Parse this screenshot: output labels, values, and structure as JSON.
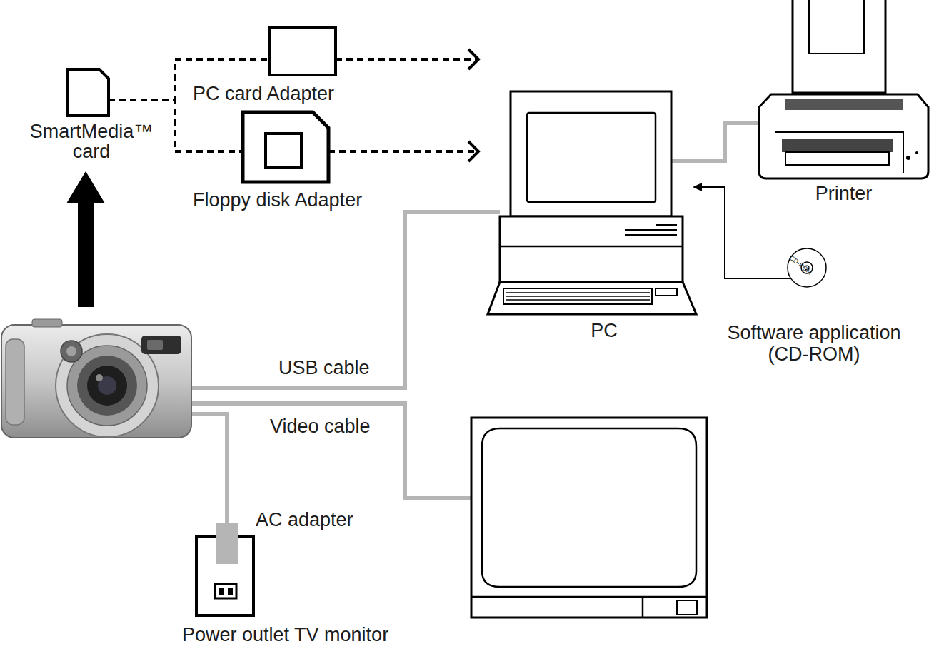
{
  "diagram": {
    "nodes": [
      {
        "text": [
          "SmartMedia™ card"
        ]
      },
      {
        "text": [
          "PC card Adapter"
        ]
      },
      {
        "text": [
          "Floppy disk Adapter"
        ]
      },
      {
        "text": [
          "PC"
        ]
      },
      {
        "text": [
          "Printer"
        ]
      },
      {
        "text": [
          "CD-ROM",
          "Software application (CD-ROM)"
        ]
      },
      {
        "text": []
      },
      {
        "text": [
          "Power outlet TV monitor"
        ]
      },
      {
        "text": []
      }
    ],
    "edges": [
      {
        "from": 6,
        "to": 0,
        "arrow": "to"
      },
      {
        "from": 0,
        "to": 1,
        "arrow": "none"
      },
      {
        "from": 0,
        "to": 2,
        "arrow": "none"
      },
      {
        "from": 1,
        "to": 3,
        "arrow": "to"
      },
      {
        "from": 2,
        "to": 3,
        "arrow": "to"
      },
      {
        "from": 3,
        "to": 4,
        "arrow": "none"
      },
      {
        "from": 5,
        "to": 3,
        "arrow": "to"
      },
      {
        "from": 6,
        "to": 3,
        "label": "USB cable",
        "arrow": "none"
      },
      {
        "from": 6,
        "to": 8,
        "label": "Video cable",
        "arrow": "none"
      },
      {
        "from": 6,
        "to": 7,
        "label": "AC adapter",
        "arrow": "none"
      }
    ]
  }
}
